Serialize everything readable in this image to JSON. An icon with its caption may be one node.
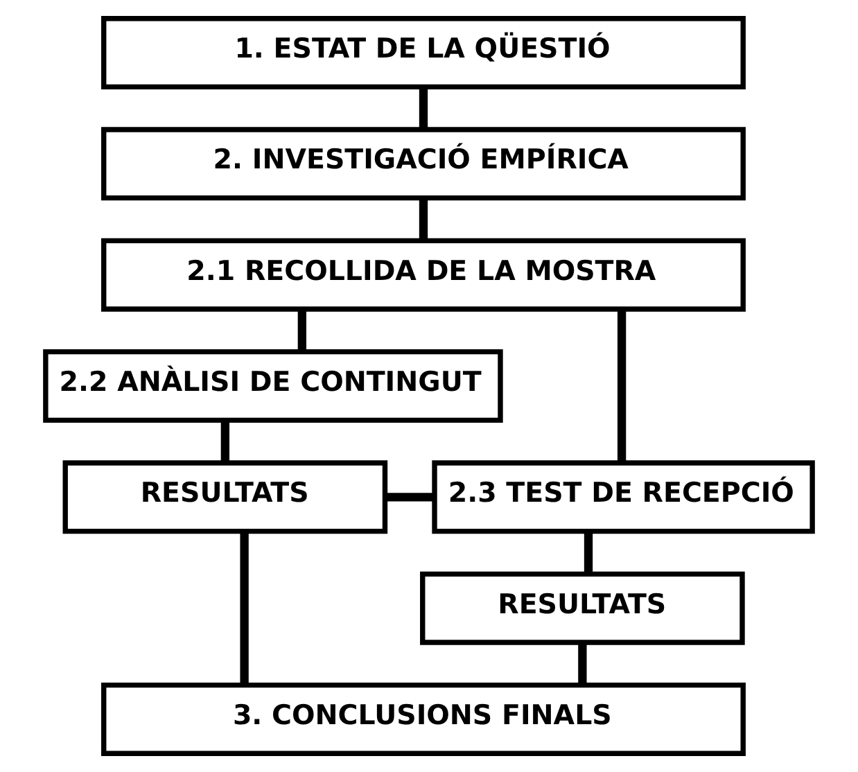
{
  "diagram": {
    "nodes": [
      {
        "text": [
          "1. ESTAT DE LA QÜESTIÓ"
        ]
      },
      {
        "text": [
          "2. INVESTIGACIÓ EMPÍRICA"
        ]
      },
      {
        "text": [
          "2.1 RECOLLIDA DE LA MOSTRA"
        ]
      },
      {
        "text": [
          "2.2 ANÀLISI DE CONTINGUT"
        ]
      },
      {
        "text": [
          "RESULTATS"
        ]
      },
      {
        "text": [
          "2.3 TEST DE RECEPCIÓ"
        ]
      },
      {
        "text": [
          "RESULTATS"
        ]
      },
      {
        "text": [
          "3. CONCLUSIONS FINALS"
        ]
      }
    ],
    "edges": [
      {
        "from": 0,
        "to": 1,
        "arrow": "none"
      },
      {
        "from": 1,
        "to": 2,
        "arrow": "none"
      },
      {
        "from": 2,
        "to": 3,
        "arrow": "none"
      },
      {
        "from": 2,
        "to": 5,
        "arrow": "none"
      },
      {
        "from": 3,
        "to": 4,
        "arrow": "none"
      },
      {
        "from": 4,
        "to": 5,
        "arrow": "none"
      },
      {
        "from": 5,
        "to": 6,
        "arrow": "none"
      },
      {
        "from": 4,
        "to": 7,
        "arrow": "none"
      },
      {
        "from": 6,
        "to": 7,
        "arrow": "none"
      }
    ]
  }
}
